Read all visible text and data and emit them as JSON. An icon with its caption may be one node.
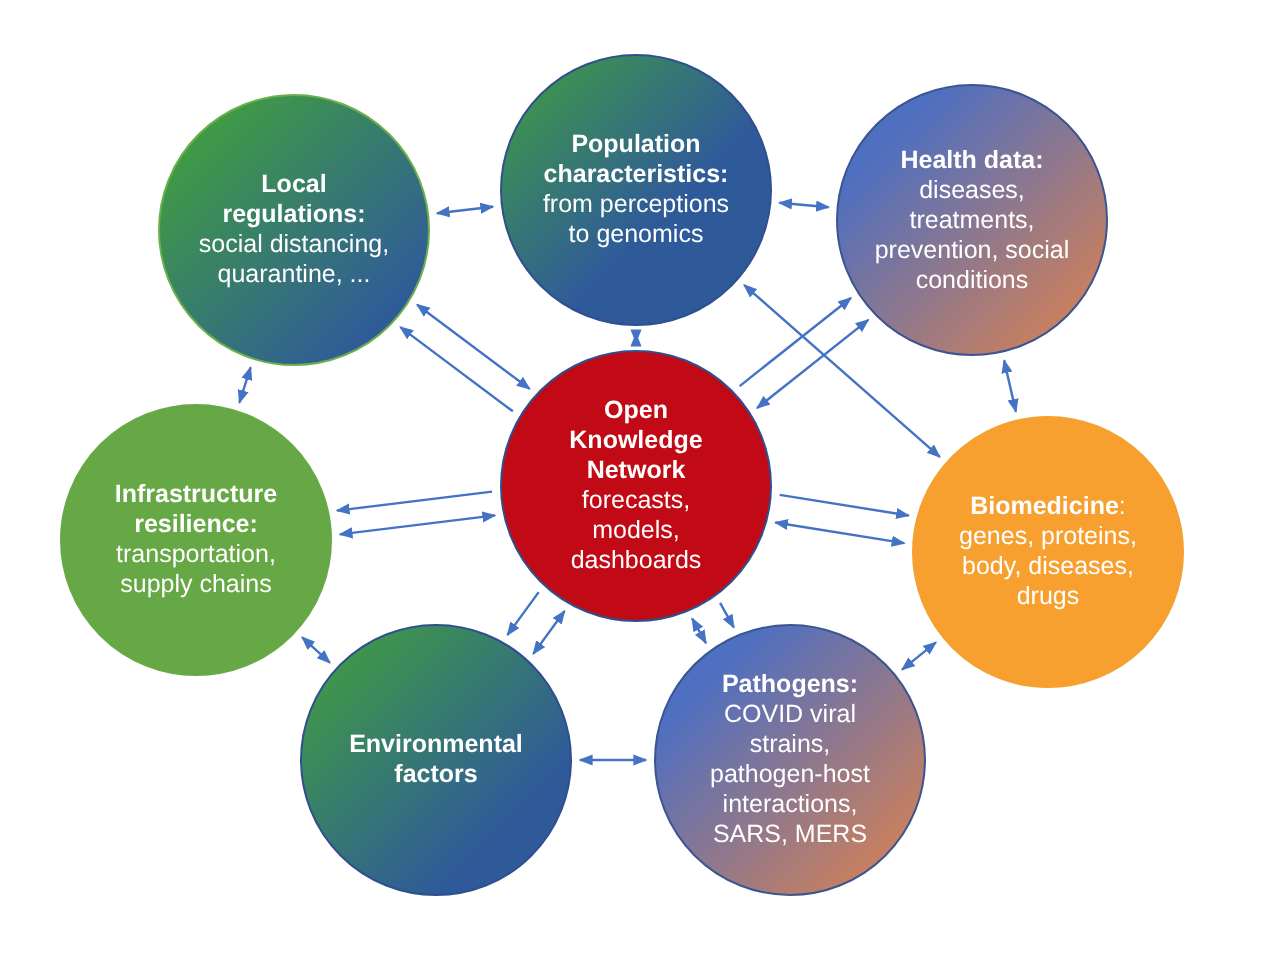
{
  "diagram": {
    "nodes": [
      {
        "text": [
          "Local regulations:",
          "social distancing, quarantine, ..."
        ]
      },
      {
        "text": [
          "Population characteristics:",
          "from perceptions to genomics"
        ]
      },
      {
        "text": [
          "Health data:",
          "diseases, treatments, prevention, social conditions"
        ]
      },
      {
        "text": [
          "Open Knowledge Network",
          "forecasts, models, dashboards"
        ]
      },
      {
        "text": [
          "Infrastructure resilience:",
          "transportation, supply chains"
        ]
      },
      {
        "text": [
          "**Biomedicine**:",
          "genes, proteins, body, diseases, drugs"
        ]
      },
      {
        "text": [
          "Environmental factors"
        ]
      },
      {
        "text": [
          "Pathogens:",
          "COVID viral strains, pathogen-host interactions, SARS, MERS"
        ]
      }
    ],
    "edges": [
      {
        "from": 0,
        "to": 1,
        "arrow": "both"
      },
      {
        "from": 1,
        "to": 2,
        "arrow": "both"
      },
      {
        "from": 1,
        "to": 3,
        "arrow": "both"
      },
      {
        "from": 0,
        "to": 3,
        "arrow": "both"
      },
      {
        "from": 3,
        "to": 0,
        "arrow": "to"
      },
      {
        "from": 1,
        "to": 5,
        "arrow": "both"
      },
      {
        "from": 3,
        "to": 2,
        "arrow": "both"
      },
      {
        "from": 3,
        "to": 2,
        "arrow": "to"
      },
      {
        "from": 2,
        "to": 5,
        "arrow": "both"
      },
      {
        "from": 0,
        "to": 4,
        "arrow": "both"
      },
      {
        "from": 3,
        "to": 4,
        "arrow": "both"
      },
      {
        "from": 3,
        "to": 4,
        "arrow": "to"
      },
      {
        "from": 3,
        "to": 5,
        "arrow": "to"
      },
      {
        "from": 3,
        "to": 5,
        "arrow": "both"
      },
      {
        "from": 4,
        "to": 6,
        "arrow": "both"
      },
      {
        "from": 3,
        "to": 6,
        "arrow": "both"
      },
      {
        "from": 3,
        "to": 6,
        "arrow": "to"
      },
      {
        "from": 3,
        "to": 7,
        "arrow": "to"
      },
      {
        "from": 3,
        "to": 7,
        "arrow": "both"
      },
      {
        "from": 6,
        "to": 7,
        "arrow": "both"
      },
      {
        "from": 7,
        "to": 5,
        "arrow": "both"
      }
    ]
  }
}
